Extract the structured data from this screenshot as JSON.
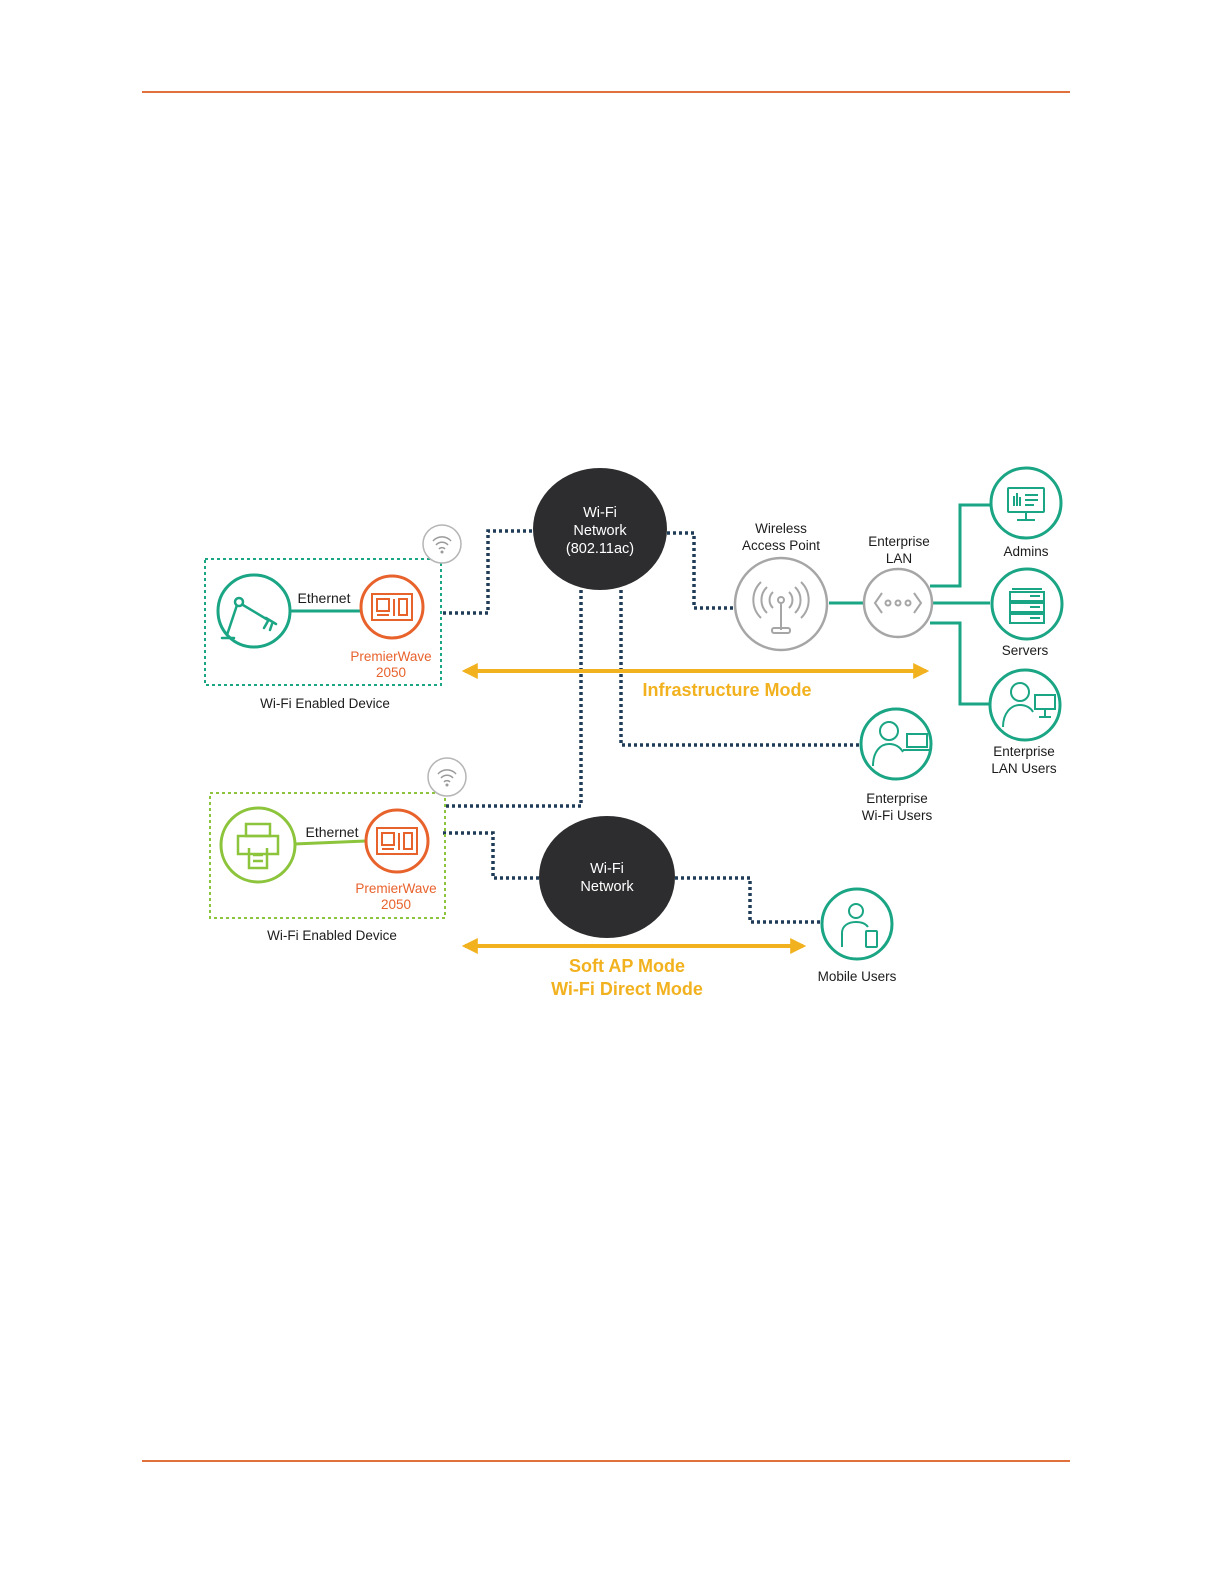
{
  "colors": {
    "accent_rule": "#e0713c",
    "teal": "#1aa584",
    "green": "#8cc43c",
    "orange": "#e8622c",
    "yellow": "#f2b21f",
    "dark": "#2d2d2f",
    "gray": "#a6a6a6",
    "dotted_link": "#1f3b57"
  },
  "diagram": {
    "cloud_top": {
      "line1": "Wi-Fi",
      "line2": "Network",
      "line3": "(802.11ac)"
    },
    "cloud_bottom": {
      "line1": "Wi-Fi",
      "line2": "Network"
    },
    "access_point": {
      "line1": "Wireless",
      "line2": "Access Point",
      "icon": "antenna-icon"
    },
    "enterprise_lan": {
      "line1": "Enterprise",
      "line2": "LAN",
      "icon": "network-hub-icon"
    },
    "admins": {
      "label": "Admins",
      "icon": "monitor-icon"
    },
    "servers": {
      "label": "Servers",
      "icon": "server-rack-icon"
    },
    "lan_users": {
      "line1": "Enterprise",
      "line2": "LAN Users",
      "icon": "user-desktop-icon"
    },
    "wifi_users": {
      "line1": "Enterprise",
      "line2": "Wi-Fi Users",
      "icon": "user-laptop-icon"
    },
    "mobile_users": {
      "label": "Mobile Users",
      "icon": "user-phone-icon"
    },
    "device_top": {
      "label": "Wi-Fi Enabled Device",
      "ethernet": "Ethernet",
      "module_line1": "PremierWave",
      "module_line2": "2050",
      "device_icon": "robot-arm-icon"
    },
    "device_bottom": {
      "label": "Wi-Fi Enabled Device",
      "ethernet": "Ethernet",
      "module_line1": "PremierWave",
      "module_line2": "2050",
      "device_icon": "receipt-printer-icon"
    },
    "mode_infrastructure": "Infrastructure Mode",
    "mode_softap_line1": "Soft AP Mode",
    "mode_softap_line2": "Wi-Fi Direct Mode"
  }
}
